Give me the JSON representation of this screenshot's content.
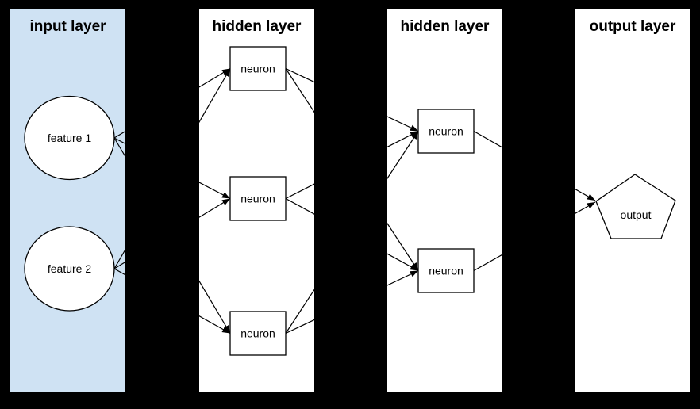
{
  "diagram": {
    "type": "neural-network",
    "colors": {
      "background": "#000000",
      "input_panel_fill": "#cfe2f3",
      "panel_fill": "#ffffff",
      "node_fill": "#ffffff",
      "stroke": "#000000"
    },
    "layers": [
      {
        "title": "input layer",
        "nodes": [
          {
            "label": "feature 1",
            "shape": "ellipse"
          },
          {
            "label": "feature 2",
            "shape": "ellipse"
          }
        ]
      },
      {
        "title": "hidden layer",
        "nodes": [
          {
            "label": "neuron",
            "shape": "rect"
          },
          {
            "label": "neuron",
            "shape": "rect"
          },
          {
            "label": "neuron",
            "shape": "rect"
          }
        ]
      },
      {
        "title": "hidden layer",
        "nodes": [
          {
            "label": "neuron",
            "shape": "rect"
          },
          {
            "label": "neuron",
            "shape": "rect"
          }
        ]
      },
      {
        "title": "output layer",
        "nodes": [
          {
            "label": "output",
            "shape": "pentagon"
          }
        ]
      }
    ],
    "edges": [
      "input.feature1 -> hidden1.neuron1",
      "input.feature1 -> hidden1.neuron2",
      "input.feature1 -> hidden1.neuron3",
      "input.feature2 -> hidden1.neuron1",
      "input.feature2 -> hidden1.neuron2",
      "input.feature2 -> hidden1.neuron3",
      "hidden1.neuron1 -> hidden2.neuron1",
      "hidden1.neuron1 -> hidden2.neuron2",
      "hidden1.neuron2 -> hidden2.neuron1",
      "hidden1.neuron2 -> hidden2.neuron2",
      "hidden1.neuron3 -> hidden2.neuron1",
      "hidden1.neuron3 -> hidden2.neuron2",
      "hidden2.neuron1 -> output.output",
      "hidden2.neuron2 -> output.output"
    ]
  }
}
